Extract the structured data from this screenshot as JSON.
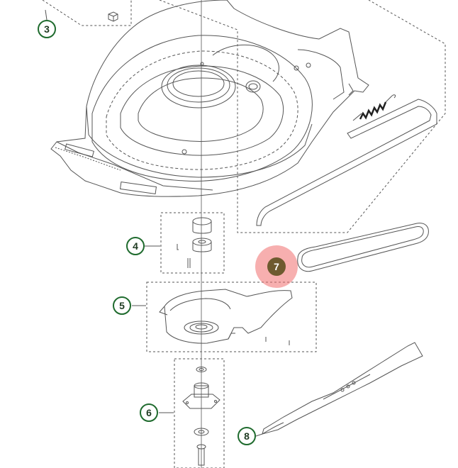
{
  "callouts": [
    {
      "label": "3",
      "active": false
    },
    {
      "label": "4",
      "active": false
    },
    {
      "label": "5",
      "active": false
    },
    {
      "label": "6",
      "active": false
    },
    {
      "label": "7",
      "active": true
    },
    {
      "label": "8",
      "active": false
    }
  ],
  "colors": {
    "line": "#555555",
    "callout_ring": "#1f6b2e",
    "highlight": "#6e5a2f",
    "halo": "#f06e6e"
  }
}
